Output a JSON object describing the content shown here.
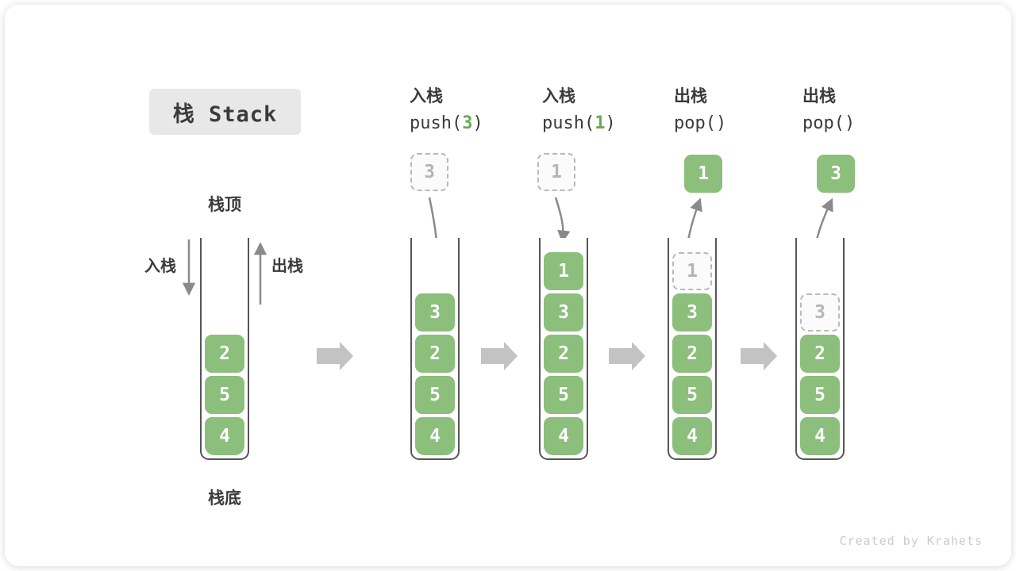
{
  "title": "栈 Stack",
  "watermark": "Created by Krahets",
  "labels": {
    "stack_top": "栈顶",
    "stack_bottom": "栈底",
    "push_side": "入栈",
    "pop_side": "出栈"
  },
  "colors": {
    "cell_green": "#8cbe7c",
    "code_green": "#69a958",
    "text_dark": "#3b3b3b",
    "arrow_gray": "#8a8a8a",
    "flow_arrow_gray": "#c3c3c3",
    "ghost_gray": "#b9b9b9",
    "title_bg": "#e8e8e8",
    "watermark_gray": "#cbcbcb"
  },
  "operations": [
    {
      "name": "入栈",
      "code_prefix": "push(",
      "code_arg": "3",
      "code_suffix": ")"
    },
    {
      "name": "入栈",
      "code_prefix": "push(",
      "code_arg": "1",
      "code_suffix": ")"
    },
    {
      "name": "出栈",
      "code_prefix": "pop(",
      "code_arg": "",
      "code_suffix": ")"
    },
    {
      "name": "出栈",
      "code_prefix": "pop(",
      "code_arg": "",
      "code_suffix": ")"
    }
  ],
  "stacks": [
    {
      "floating": null,
      "cells": [
        {
          "value": "2"
        },
        {
          "value": "5"
        },
        {
          "value": "4"
        }
      ]
    },
    {
      "floating": {
        "value": "3",
        "ghost": true
      },
      "cells": [
        {
          "value": "3"
        },
        {
          "value": "2"
        },
        {
          "value": "5"
        },
        {
          "value": "4"
        }
      ]
    },
    {
      "floating": {
        "value": "1",
        "ghost": true
      },
      "cells": [
        {
          "value": "1"
        },
        {
          "value": "3"
        },
        {
          "value": "2"
        },
        {
          "value": "5"
        },
        {
          "value": "4"
        }
      ]
    },
    {
      "floating": {
        "value": "1",
        "ghost": false
      },
      "cells": [
        {
          "value": "1",
          "ghost": true
        },
        {
          "value": "3"
        },
        {
          "value": "2"
        },
        {
          "value": "5"
        },
        {
          "value": "4"
        }
      ]
    },
    {
      "floating": {
        "value": "3",
        "ghost": false
      },
      "cells": [
        {
          "value": "3",
          "ghost": true
        },
        {
          "value": "2"
        },
        {
          "value": "5"
        },
        {
          "value": "4"
        }
      ]
    }
  ]
}
